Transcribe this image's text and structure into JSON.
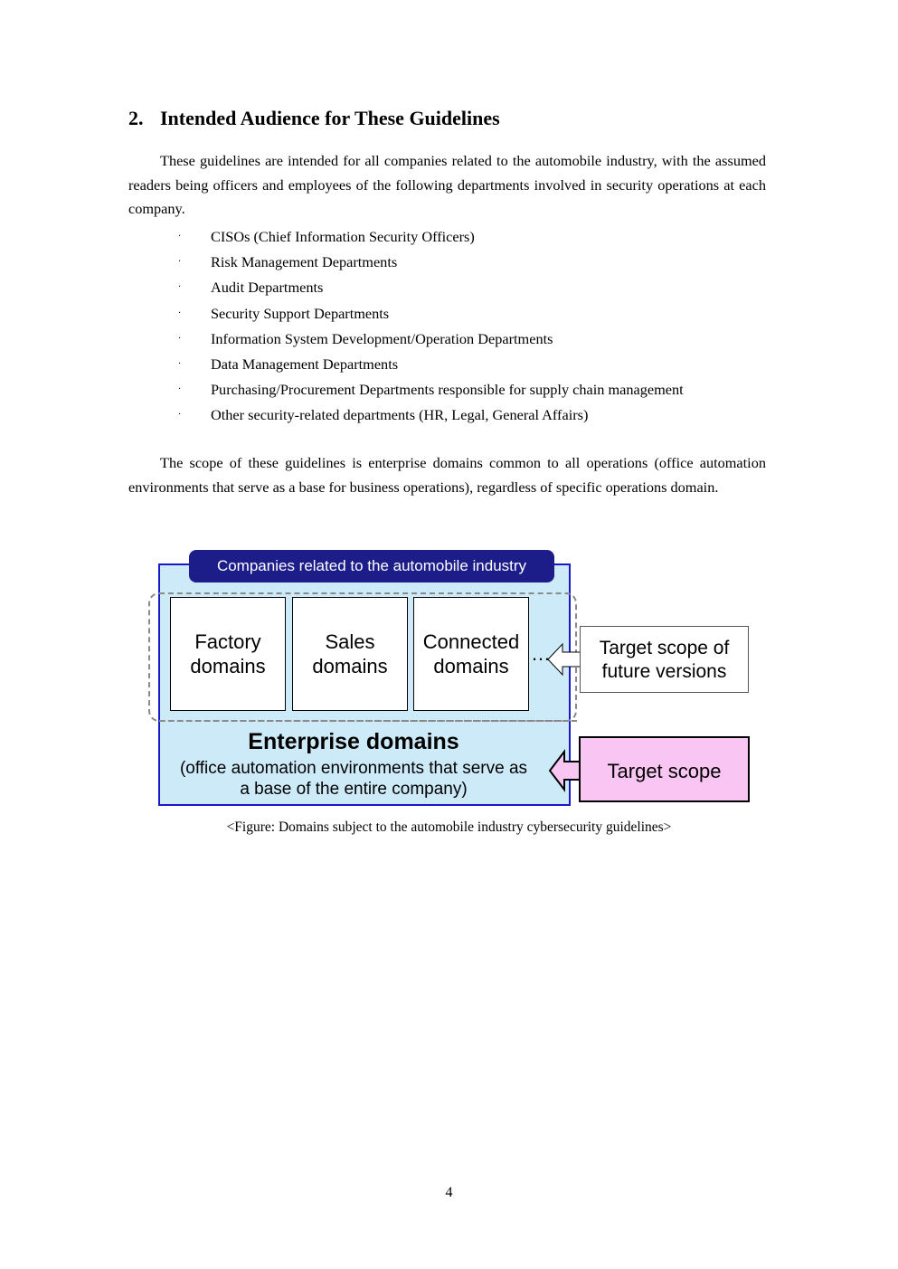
{
  "section": {
    "number": "2.",
    "title": "Intended Audience for These Guidelines"
  },
  "paragraph1": "These guidelines are intended for all companies related to the automobile industry, with the assumed readers being officers and employees of the following departments involved in security operations at each company.",
  "bullet_marker": "‧",
  "bullets": [
    "CISOs (Chief Information Security Officers)",
    "Risk Management Departments",
    "Audit Departments",
    "Security Support Departments",
    "Information System Development/Operation Departments",
    "Data Management Departments",
    "Purchasing/Procurement Departments responsible for supply chain management",
    "Other security-related departments (HR, Legal, General Affairs)"
  ],
  "paragraph2": "The scope of these guidelines is enterprise domains common to all operations (office automation environments that serve as a base for business operations), regardless of specific operations domain.",
  "figure": {
    "header": "Companies related to the automobile industry",
    "domains": [
      {
        "line1": "Factory",
        "line2": "domains"
      },
      {
        "line1": "Sales",
        "line2": "domains"
      },
      {
        "line1": "Connected",
        "line2": "domains"
      }
    ],
    "ellipsis": "…",
    "enterprise_title": "Enterprise domains",
    "enterprise_sub_line1": "(office automation environments that serve as",
    "enterprise_sub_line2": "a base of the entire company)",
    "future_line1": "Target scope of",
    "future_line2": "future versions",
    "target": "Target scope",
    "colors": {
      "outer_fill": "#cdeaf9",
      "outer_border": "#1818c8",
      "header_fill": "#1d1d8a",
      "target_fill": "#f9c6f3"
    }
  },
  "caption": "<Figure: Domains subject to the automobile industry cybersecurity guidelines>",
  "page_number": "4"
}
